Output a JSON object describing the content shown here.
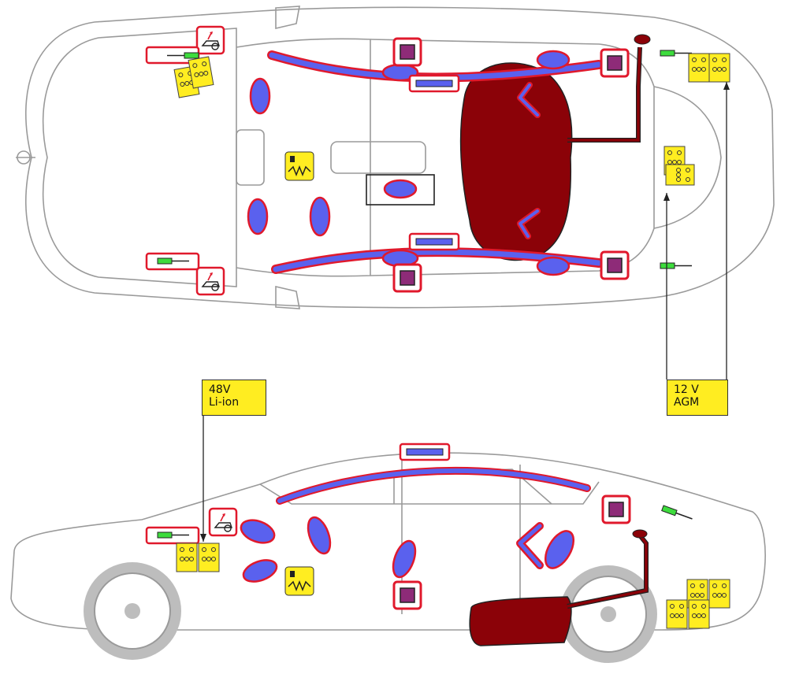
{
  "callouts": {
    "li_ion": {
      "line1": "48V",
      "line2": "Li-ion"
    },
    "agm": {
      "line1": "12 V",
      "line2": "AGM"
    }
  },
  "icon_names": [
    "battery-12v-icon",
    "battery-48v-icon",
    "airbag-icon",
    "roof-airbag-icon",
    "gas-generator-icon",
    "fuel-tank-icon",
    "seatbelt-tensioner-icon",
    "rescue-info-icon",
    "pyro-fuse-icon",
    "bonnet-actuator-icon",
    "high-voltage-line-icon",
    "gas-inflator-icon"
  ],
  "colors": {
    "airbag": "#5a61ee",
    "airbag_outline": "#e0192c",
    "fuel_tank": "#8b0208",
    "battery": "#ffed21",
    "gas_generator": "#8e2b78",
    "sensor_green": "#3ddc3d",
    "car_outline": "#9a9a9a"
  }
}
